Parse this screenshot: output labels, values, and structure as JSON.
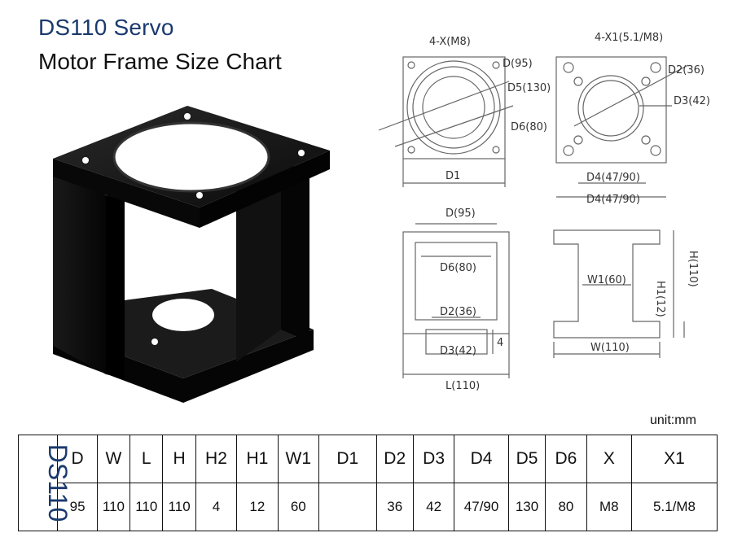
{
  "header": {
    "title": "DS110 Servo",
    "subtitle": "Motor Frame Size Chart"
  },
  "drawing": {
    "top_left": {
      "holes": "4-X(M8)",
      "d": "D(95)",
      "d5": "D5(130)",
      "d6": "D6(80)",
      "d1": "D1"
    },
    "top_right": {
      "holes": "4-X1(5.1/M8)",
      "d2": "D2(36)",
      "d3": "D3(42)",
      "d4a": "D4(47/90)",
      "d4b": "D4(47/90)"
    },
    "bottom_left": {
      "d": "D(95)",
      "d6": "D6(80)",
      "d2": "D2(36)",
      "d3": "D3(42)",
      "h2": "4",
      "l": "L(110)"
    },
    "bottom_right": {
      "w1": "W1(60)",
      "h": "H(110)",
      "h1": "H1(12)",
      "w": "W(110)"
    }
  },
  "unit_label": "unit:mm",
  "table": {
    "model": "DS110",
    "columns": [
      "D",
      "W",
      "L",
      "H",
      "H2",
      "H1",
      "W1",
      "D1",
      "D2",
      "D3",
      "D4",
      "D5",
      "D6",
      "X",
      "X1"
    ],
    "values": [
      "95",
      "110",
      "110",
      "110",
      "4",
      "12",
      "60",
      "",
      "36",
      "42",
      "47/90",
      "130",
      "80",
      "M8",
      "5.1/M8"
    ]
  },
  "colors": {
    "title": "#1a3a6e",
    "frame": "#0d0d0d",
    "line": "#555555"
  }
}
